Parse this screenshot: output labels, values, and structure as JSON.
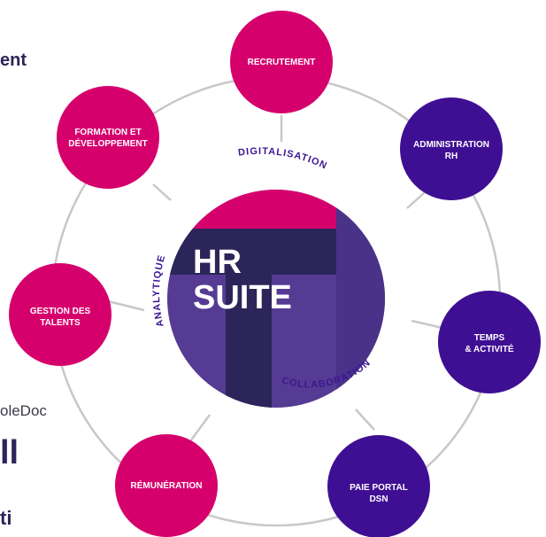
{
  "background_fragments": [
    "ent",
    "oleDoc",
    "ll",
    "ti"
  ],
  "hub": {
    "line1": "HR",
    "line2": "SUITE"
  },
  "arc_labels": {
    "top": "DIGITALISATION",
    "left": "ANALYTIQUE",
    "bottom": "COLLABORATION"
  },
  "nodes": [
    {
      "id": "recrutement",
      "lines": [
        "RECRUTEMENT"
      ],
      "color": "#d6006d"
    },
    {
      "id": "administration",
      "lines": [
        "ADMINISTRATION",
        "RH"
      ],
      "color": "#3f0f93"
    },
    {
      "id": "temps",
      "lines": [
        "TEMPS",
        "& ACTIVITÉ"
      ],
      "color": "#3f0f93"
    },
    {
      "id": "paie",
      "lines": [
        "PAIE PORTAL",
        "DSN"
      ],
      "color": "#3f0f93"
    },
    {
      "id": "remuneration",
      "lines": [
        "RÉMUNÉRATION"
      ],
      "color": "#d6006d"
    },
    {
      "id": "gestion",
      "lines": [
        "GESTION DES",
        "TALENTS"
      ],
      "color": "#d6006d"
    },
    {
      "id": "formation",
      "lines": [
        "FORMATION ET",
        "DÉVELOPPEMENT"
      ],
      "color": "#d6006d"
    }
  ],
  "colors": {
    "magenta": "#d6006d",
    "purple": "#3f0f93",
    "violet": "#553b93",
    "navy": "#2b2559",
    "ring": "#c8c8c8"
  }
}
